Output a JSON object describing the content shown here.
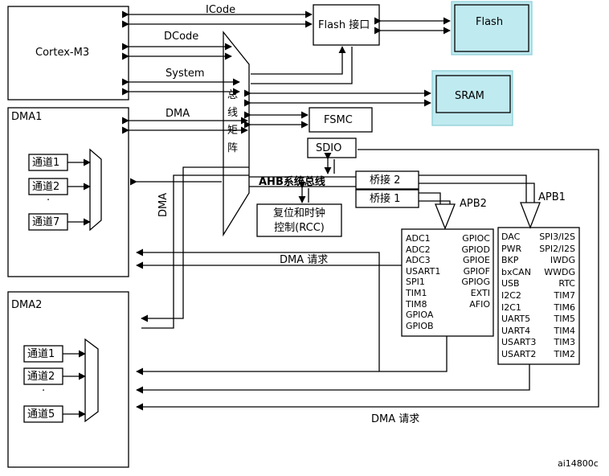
{
  "cpu": {
    "label": "Cortex-M3"
  },
  "buses": {
    "icode": "ICode",
    "dcode": "DCode",
    "system": "System",
    "dma": "DMA"
  },
  "matrix": {
    "label": "总线矩阵"
  },
  "flash_if": {
    "label": "Flash 接口"
  },
  "flash": {
    "label": "Flash"
  },
  "sram": {
    "label": "SRAM"
  },
  "fsmc": {
    "label": "FSMC"
  },
  "sdio": {
    "label": "SDIO"
  },
  "ahb": {
    "label": "AHB系统总线"
  },
  "bridge2": {
    "label": "桥接 2"
  },
  "bridge1": {
    "label": "桥接 1"
  },
  "rcc": {
    "line1": "复位和时钟",
    "line2": "控制(RCC)"
  },
  "apb2": {
    "label": "APB2",
    "left": [
      "ADC1",
      "ADC2",
      "ADC3",
      "USART1",
      "SPI1",
      "TIM1",
      "TIM8",
      "GPIOA",
      "GPIOB"
    ],
    "right": [
      "GPIOC",
      "GPIOD",
      "GPIOE",
      "GPIOF",
      "GPIOG",
      "EXTI",
      "AFIO"
    ]
  },
  "apb1": {
    "label": "APB1",
    "left": [
      "DAC",
      "PWR",
      "BKP",
      "bxCAN",
      "USB",
      "I2C2",
      "I2C1",
      "UART5",
      "UART4",
      "USART3",
      "USART2"
    ],
    "right": [
      "SPI3/I2S",
      "SPI2/I2S",
      "IWDG",
      "WWDG",
      "RTC",
      "TIM7",
      "TIM6",
      "TIM5",
      "TIM4",
      "TIM3",
      "TIM2"
    ]
  },
  "dma1": {
    "title": "DMA1",
    "channels": [
      "通道1",
      "通道2",
      "通道7"
    ],
    "dots": "·"
  },
  "dma2": {
    "title": "DMA2",
    "channels": [
      "通道1",
      "通道2",
      "通道5"
    ],
    "dots": "·"
  },
  "dma_vertical": "DMA",
  "dma_request_1": "DMA 请求",
  "dma_request_2": "DMA 请求",
  "figure_id": "ai14800c"
}
